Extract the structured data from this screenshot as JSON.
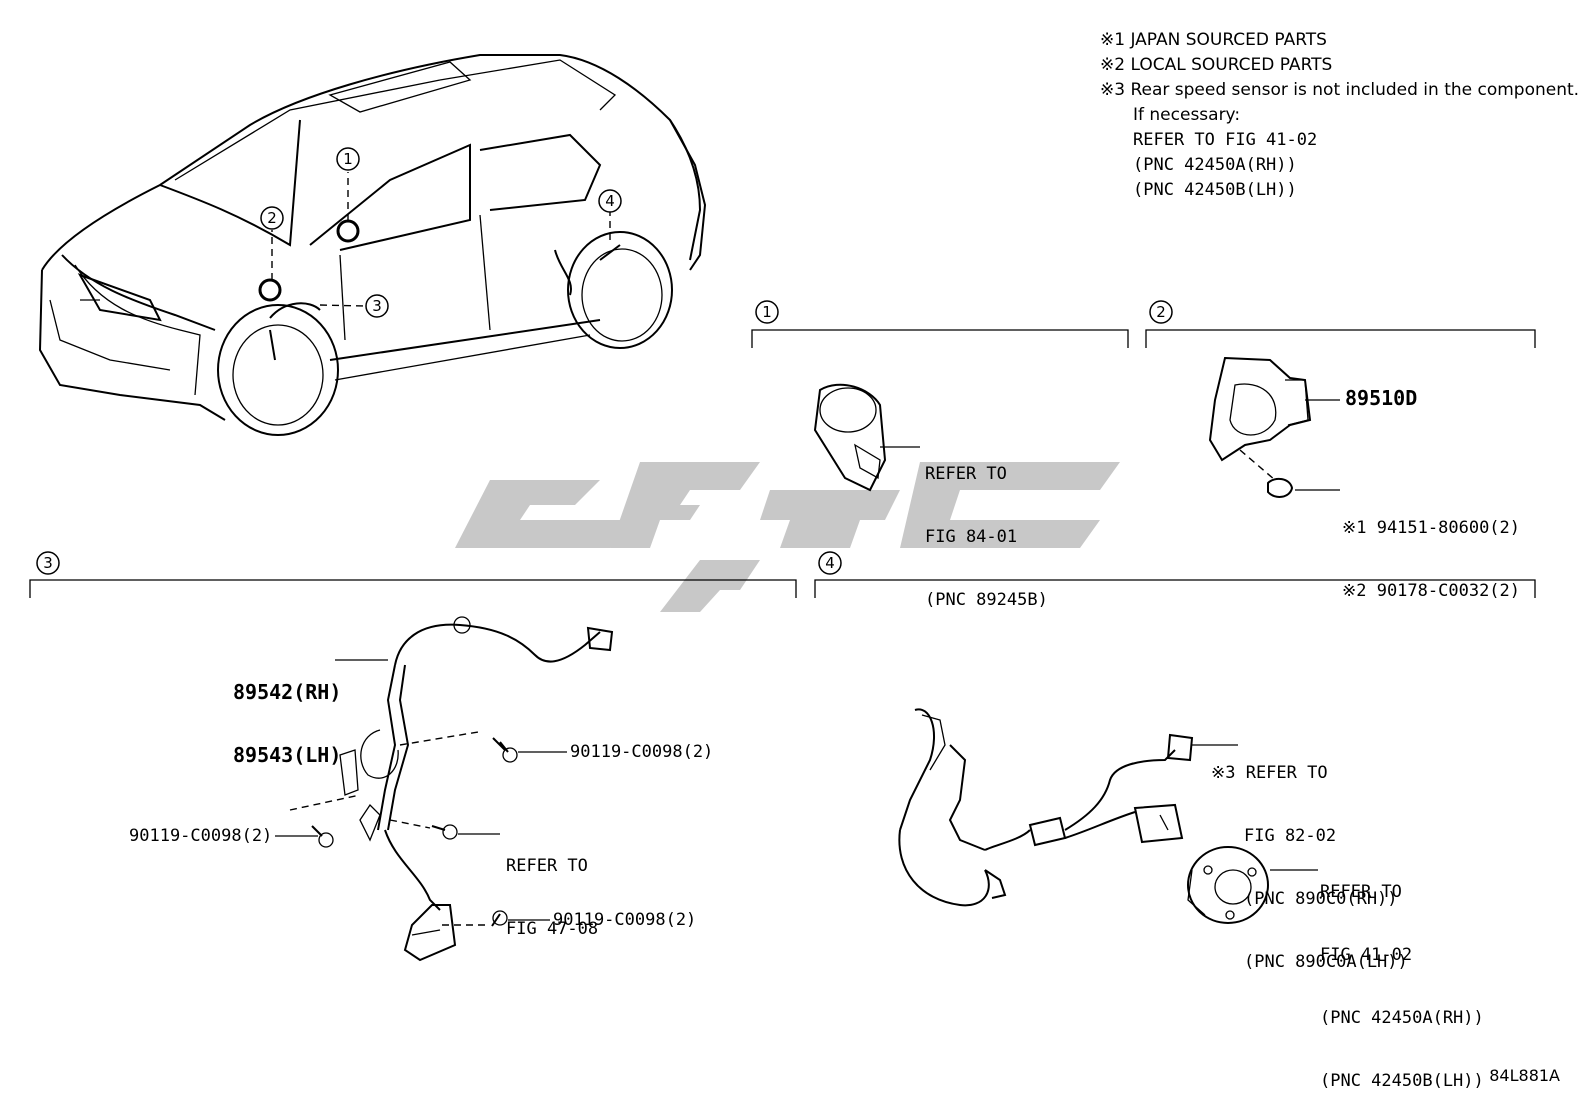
{
  "notes": {
    "n1": "※1 JAPAN SOURCED PARTS",
    "n2": "※2 LOCAL SOURCED PARTS",
    "n3": "※3 Rear speed sensor is not included in the component.",
    "n3_line2": "If necessary:",
    "n3_line3": "REFER TO FIG 41-02",
    "n3_line4": "(PNC 42450A(RH))",
    "n3_line5": "(PNC 42450B(LH))"
  },
  "callouts": [
    "1",
    "2",
    "3",
    "4"
  ],
  "section1": {
    "refer_line1": "REFER TO",
    "refer_line2": "FIG 84-01",
    "refer_line3": "(PNC 89245B)"
  },
  "section2": {
    "part_number": "89510D",
    "fastener_line1": "※1 94151-80600(2)",
    "fastener_line2": "※2 90178-C0032(2)"
  },
  "section3": {
    "sensor_rh": "89542(RH)",
    "sensor_lh": "89543(LH)",
    "bolt_a": "90119-C0098(2)",
    "bolt_b": "90119-C0098(2)",
    "bolt_c": "90119-C0098(2)",
    "refer_line1": "REFER TO",
    "refer_line2": "FIG 47-08"
  },
  "section4": {
    "refer_a_line1": "※3 REFER TO",
    "refer_a_line2": "FIG 82-02",
    "refer_a_line3": "(PNC 890C0(RH))",
    "refer_a_line4": "(PNC 890C0A(LH))",
    "refer_b_line1": "REFER TO",
    "refer_b_line2": "FIG 41-02",
    "refer_b_line3": "(PNC 42450A(RH))",
    "refer_b_line4": "(PNC 42450B(LH))"
  },
  "figure_id": "84L881A",
  "colors": {
    "line": "#000000",
    "watermark": "#c8c8c8",
    "background": "#ffffff"
  }
}
